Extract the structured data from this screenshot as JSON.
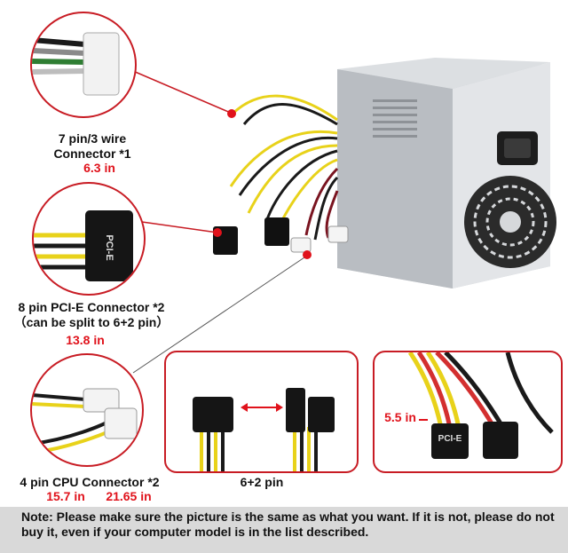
{
  "callouts": {
    "c1_name": "7 pin/3 wire\nConnector *1",
    "c1_len": "6.3 in",
    "c2_name": "8 pin PCI-E Connector *2\n（can be split to 6+2 pin）",
    "c2_len": "13.8 in",
    "c3_name": "4 pin CPU Connector *2",
    "c3_len_a": "15.7 in",
    "c3_len_b": "21.65 in",
    "pcie_mark": "PCI-E",
    "split_label": "6+2 pin",
    "split_len": "5.5 in",
    "split_mark": "PCI-E"
  },
  "note": "Note: Please make sure the picture is the same as what you want. If it is not, please do not buy it,  even if your computer model is in the list described.",
  "colors": {
    "accent": "#c81c24",
    "length_red": "#e0121b",
    "note_bg": "#d9d9d9"
  }
}
